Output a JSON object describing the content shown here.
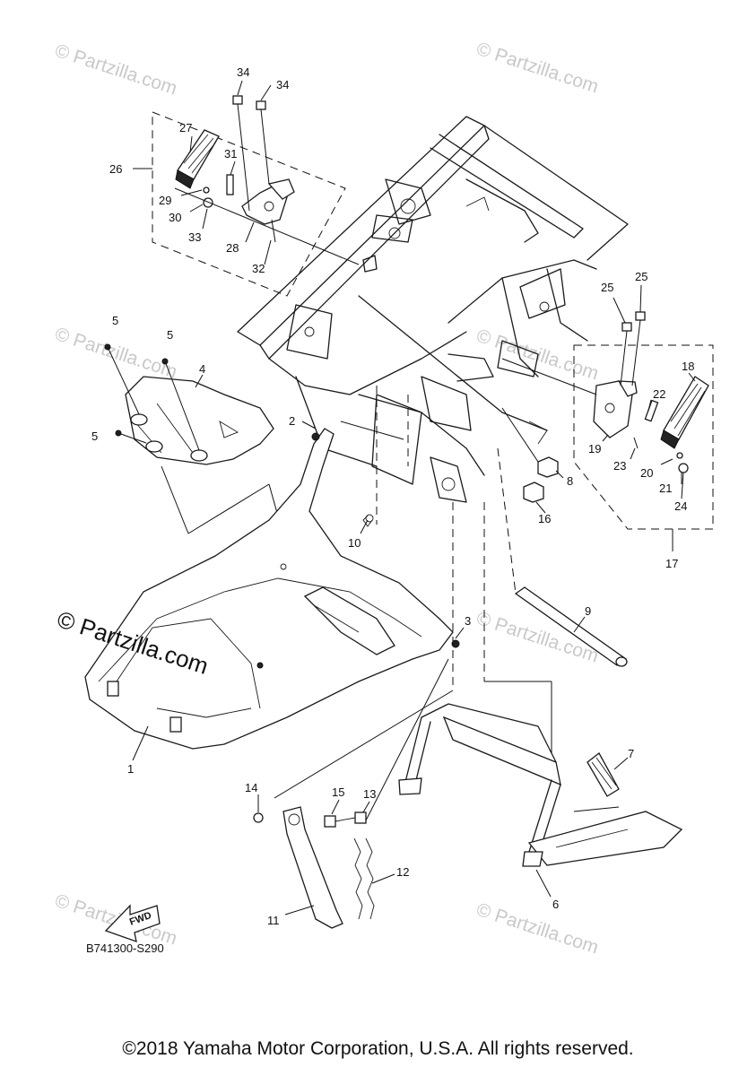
{
  "callouts": [
    {
      "id": "c1",
      "text": "1"
    },
    {
      "id": "c2",
      "text": "2"
    },
    {
      "id": "c3",
      "text": "3"
    },
    {
      "id": "c4",
      "text": "4"
    },
    {
      "id": "c5a",
      "text": "5"
    },
    {
      "id": "c5b",
      "text": "5"
    },
    {
      "id": "c5c",
      "text": "5"
    },
    {
      "id": "c6",
      "text": "6"
    },
    {
      "id": "c7",
      "text": "7"
    },
    {
      "id": "c8",
      "text": "8"
    },
    {
      "id": "c9",
      "text": "9"
    },
    {
      "id": "c10",
      "text": "10"
    },
    {
      "id": "c11",
      "text": "11"
    },
    {
      "id": "c12",
      "text": "12"
    },
    {
      "id": "c13",
      "text": "13"
    },
    {
      "id": "c14",
      "text": "14"
    },
    {
      "id": "c15",
      "text": "15"
    },
    {
      "id": "c16",
      "text": "16"
    },
    {
      "id": "c17",
      "text": "17"
    },
    {
      "id": "c18",
      "text": "18"
    },
    {
      "id": "c19",
      "text": "19"
    },
    {
      "id": "c20",
      "text": "20"
    },
    {
      "id": "c21",
      "text": "21"
    },
    {
      "id": "c22",
      "text": "22"
    },
    {
      "id": "c23",
      "text": "23"
    },
    {
      "id": "c24",
      "text": "24"
    },
    {
      "id": "c25a",
      "text": "25"
    },
    {
      "id": "c25b",
      "text": "25"
    },
    {
      "id": "c26",
      "text": "26"
    },
    {
      "id": "c27",
      "text": "27"
    },
    {
      "id": "c28",
      "text": "28"
    },
    {
      "id": "c29",
      "text": "29"
    },
    {
      "id": "c30",
      "text": "30"
    },
    {
      "id": "c31",
      "text": "31"
    },
    {
      "id": "c32",
      "text": "32"
    },
    {
      "id": "c33",
      "text": "33"
    },
    {
      "id": "c34a",
      "text": "34"
    },
    {
      "id": "c34b",
      "text": "34"
    }
  ],
  "watermark": {
    "main_text": "© Partzilla.com",
    "faint_text": "© Partzilla.com"
  },
  "fwd_label": "FWD",
  "diagram_code": "B741300-S290",
  "copyright": "©2018 Yamaha Motor Corporation, U.S.A. All rights reserved."
}
